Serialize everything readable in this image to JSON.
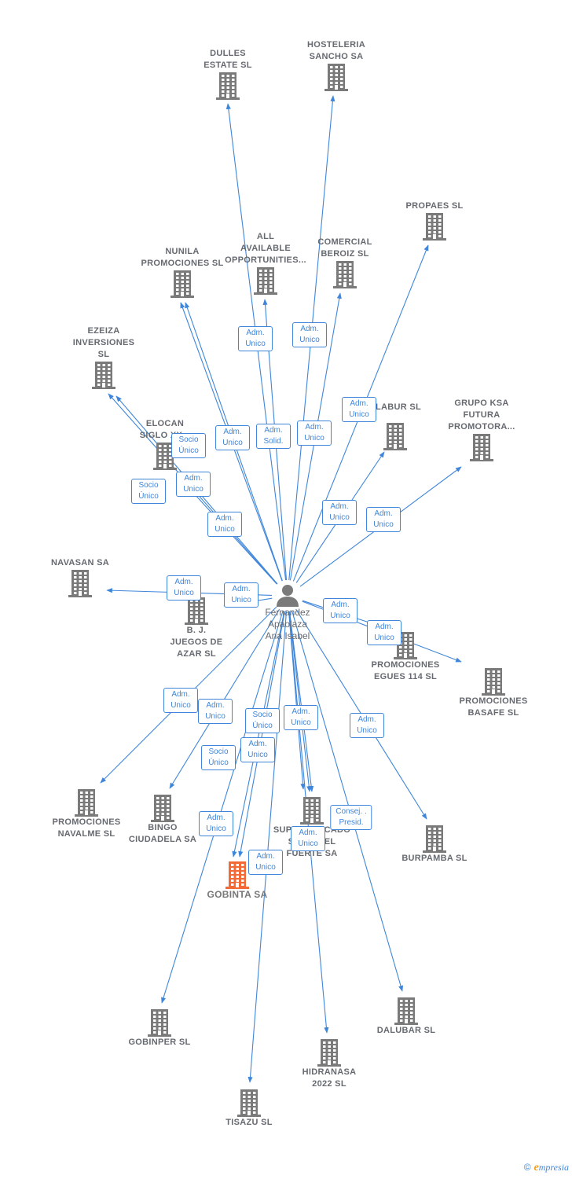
{
  "colors": {
    "edge": "#3f86da",
    "company": "#7a7a7a",
    "focus": "#f26a35"
  },
  "center": {
    "label": "Fernandez\nApaolaza\nAna Isabel",
    "icon": "person-icon"
  },
  "nodes": [
    {
      "id": "dulles",
      "label": "DULLES\nESTATE SL",
      "icon": "building-icon"
    },
    {
      "id": "hosteleria",
      "label": "HOSTELERIA\nSANCHO SA",
      "icon": "building-icon"
    },
    {
      "id": "propaes",
      "label": "PROPAES SL",
      "icon": "building-icon"
    },
    {
      "id": "nunila",
      "label": "NUNILA\nPROMOCIONES SL",
      "icon": "building-icon"
    },
    {
      "id": "allavailable",
      "label": "ALL\nAVAILABLE\nOPPORTUNITIES...",
      "icon": "building-icon"
    },
    {
      "id": "comercial",
      "label": "COMERCIAL\nBEROIZ SL",
      "icon": "building-icon"
    },
    {
      "id": "ezeiza",
      "label": "EZEIZA\nINVERSIONES\nSL",
      "icon": "building-icon"
    },
    {
      "id": "elocan",
      "label": "ELOCAN\nSIGLO XX...",
      "icon": "building-icon"
    },
    {
      "id": "labur",
      "label": "LABUR SL",
      "icon": "building-icon"
    },
    {
      "id": "grupoksa",
      "label": "GRUPO KSA\nFUTURA\nPROMOTORA...",
      "icon": "building-icon"
    },
    {
      "id": "navasan",
      "label": "NAVASAN SA",
      "icon": "building-icon"
    },
    {
      "id": "bj",
      "label": "B. J.\nJUEGOS DE\nAZAR SL",
      "icon": "building-icon"
    },
    {
      "id": "egues",
      "label": "PROMOCIONES\nEGUES 114 SL",
      "icon": "building-icon"
    },
    {
      "id": "basafe",
      "label": "PROMOCIONES\nBASAFE SL",
      "icon": "building-icon"
    },
    {
      "id": "navalme",
      "label": "PROMOCIONES\nNAVALME SL",
      "icon": "building-icon"
    },
    {
      "id": "bingo",
      "label": "BINGO\nCIUDADELA SA",
      "icon": "building-icon"
    },
    {
      "id": "supermercado",
      "label": "SUPERMERCADO\nSAN FIDEL\nFUERTE SA",
      "icon": "building-icon"
    },
    {
      "id": "burpamba",
      "label": "BURPAMBA SL",
      "icon": "building-icon"
    },
    {
      "id": "gobinta",
      "label": "GOBINTA SA",
      "icon": "building-icon",
      "focus": true
    },
    {
      "id": "gobinper",
      "label": "GOBINPER SL",
      "icon": "building-icon"
    },
    {
      "id": "dalubar",
      "label": "DALUBAR SL",
      "icon": "building-icon"
    },
    {
      "id": "hidranasa",
      "label": "HIDRANASA\n2022 SL",
      "icon": "building-icon"
    },
    {
      "id": "tisazu",
      "label": "TISAZU SL",
      "icon": "building-icon"
    }
  ],
  "edges": [
    {
      "target": "dulles",
      "label": "Adm.\nUnico"
    },
    {
      "target": "hosteleria",
      "label": "Adm.\nUnico"
    },
    {
      "target": "propaes",
      "label": "Adm.\nUnico"
    },
    {
      "target": "nunila",
      "label": "Adm.\nUnico"
    },
    {
      "target": "allavailable",
      "label": "Adm.\nSolid."
    },
    {
      "target": "comercial",
      "label": "Adm.\nUnico"
    },
    {
      "target": "ezeiza",
      "label": "Socio\nÚnico"
    },
    {
      "target": "elocan",
      "label": "Socio\nÚnico"
    },
    {
      "target": "ezeiza",
      "label": "Adm.\nUnico"
    },
    {
      "target": "nunila",
      "label": "Adm.\nUnico"
    },
    {
      "target": "labur",
      "label": "Adm.\nUnico"
    },
    {
      "target": "grupoksa",
      "label": "Adm.\nUnico"
    },
    {
      "target": "navasan",
      "label": "Adm.\nUnico"
    },
    {
      "target": "bj",
      "label": "Adm.\nUnico"
    },
    {
      "target": "egues",
      "label": "Adm.\nUnico"
    },
    {
      "target": "basafe",
      "label": "Adm.\nUnico"
    },
    {
      "target": "navalme",
      "label": "Adm.\nUnico"
    },
    {
      "target": "bingo",
      "label": "Adm.\nUnico"
    },
    {
      "target": "gobinta",
      "label": "Socio\nÚnico"
    },
    {
      "target": "supermercado",
      "label": "Socio\nÚnico"
    },
    {
      "target": "gobinta",
      "label": "Adm.\nUnico"
    },
    {
      "target": "supermercado",
      "label": "Adm.\nUnico"
    },
    {
      "target": "supermercado",
      "label": "Consej. .\nPresid."
    },
    {
      "target": "burpamba",
      "label": "Adm.\nUnico"
    },
    {
      "target": "gobinper",
      "label": "Adm.\nUnico"
    },
    {
      "target": "hidranasa",
      "label": "Adm.\nUnico"
    },
    {
      "target": "tisazu",
      "label": "Adm.\nUnico"
    },
    {
      "target": "dalubar",
      "label": "Adm.\nUnico"
    }
  ],
  "footer": {
    "copyright": "©",
    "brand_initial": "e",
    "brand_rest": "mpresia"
  }
}
